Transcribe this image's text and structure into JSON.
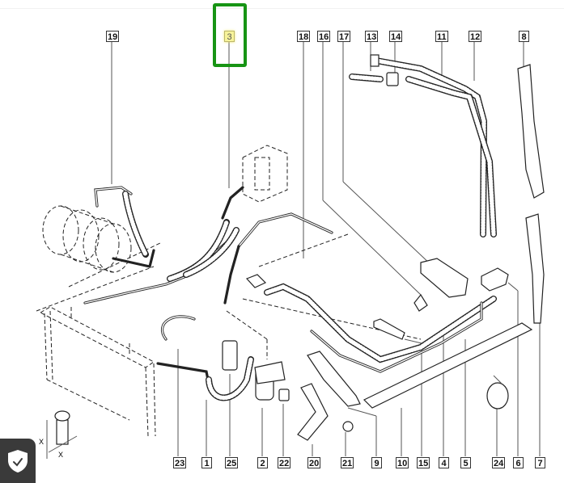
{
  "diagram": {
    "title": "Air conditioning circuit exploded parts diagram",
    "highlighted_callout": "3",
    "highlight_color": "#179414",
    "callouts_top": [
      "19",
      "3",
      "18",
      "16",
      "17",
      "13",
      "14",
      "11",
      "12",
      "8"
    ],
    "callouts_bottom": [
      "23",
      "1",
      "25",
      "2",
      "22",
      "20",
      "21",
      "9",
      "10",
      "15",
      "4",
      "5",
      "24",
      "6",
      "7"
    ],
    "dimension_labels": [
      "X",
      "X"
    ]
  },
  "overlay": {
    "shield_icon": "shield-check-icon",
    "shield_bg": "#3a3a3a"
  }
}
